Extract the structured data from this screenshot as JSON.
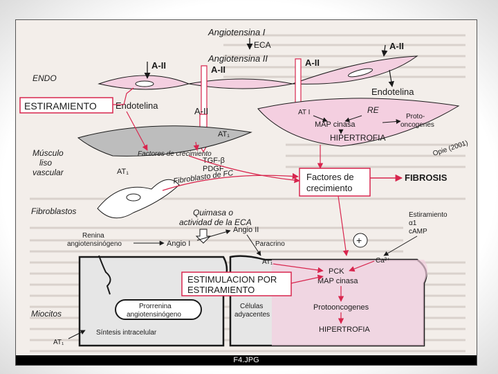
{
  "caption": "F4.JPG",
  "sections": {
    "endo": "ENDO",
    "smooth_muscle": [
      "Músculo",
      "liso",
      "vascular"
    ],
    "fibroblasts": "Fibroblastos",
    "myocytes": "Miocitos"
  },
  "cascade": {
    "angiotensin_1": "Angiotensina I",
    "ace": "ECA",
    "angiotensin_2": "Angiotensina II"
  },
  "labels": {
    "a2": "A-II",
    "a2_short": "A-II",
    "endothelin": "Endotelina",
    "at1": "AT₁",
    "at1_roman": "AT I",
    "growth_factors_small": "Factores de crecimiento",
    "tgf": "TGF-β",
    "pdgf": "PDGF",
    "fc_fibroblast": "Fibroblasto de FC",
    "re": "RE",
    "map_kinase": "MAP cinasa",
    "protooncogenes": [
      "Proto-",
      "oncogenes"
    ],
    "hypertrophy": "HIPERTROFIA",
    "opie": "Opie (2001)",
    "fibrosis": "FIBROSIS",
    "chymase": [
      "Quimasa o",
      "actividad de la ECA"
    ],
    "angio_ii": "Angio II",
    "angio_i": "Angio I",
    "renin": [
      "Renina",
      "angiotensinógeno"
    ],
    "paracrine": "Paracrino",
    "stretch": [
      "Estiramiento",
      "α1",
      "cAMP"
    ],
    "ca": "Ca²⁺",
    "pck": "PCK",
    "protooncogenes_full": "Protooncogenes",
    "prorenin": [
      "Prorrenina",
      "angiotensinógeno"
    ],
    "intracellular": "Síntesis intracelular",
    "adjacent_cells": [
      "Células",
      "adyacentes"
    ],
    "plus": "+"
  },
  "boxes": {
    "stretch": "ESTIRAMIENTO",
    "growth_factors": [
      "Factores de",
      "crecimiento"
    ],
    "stretch_stimulation": [
      "ESTIMULACION POR",
      "ESTIRAMIENTO"
    ]
  },
  "colors": {
    "pink_arrow": "#d8264e",
    "pink_fill": "#f4cfe0",
    "grey_fill": "#bdbdbd",
    "cell_fill": "#e6e6e6",
    "box_border": "#d8264e"
  }
}
